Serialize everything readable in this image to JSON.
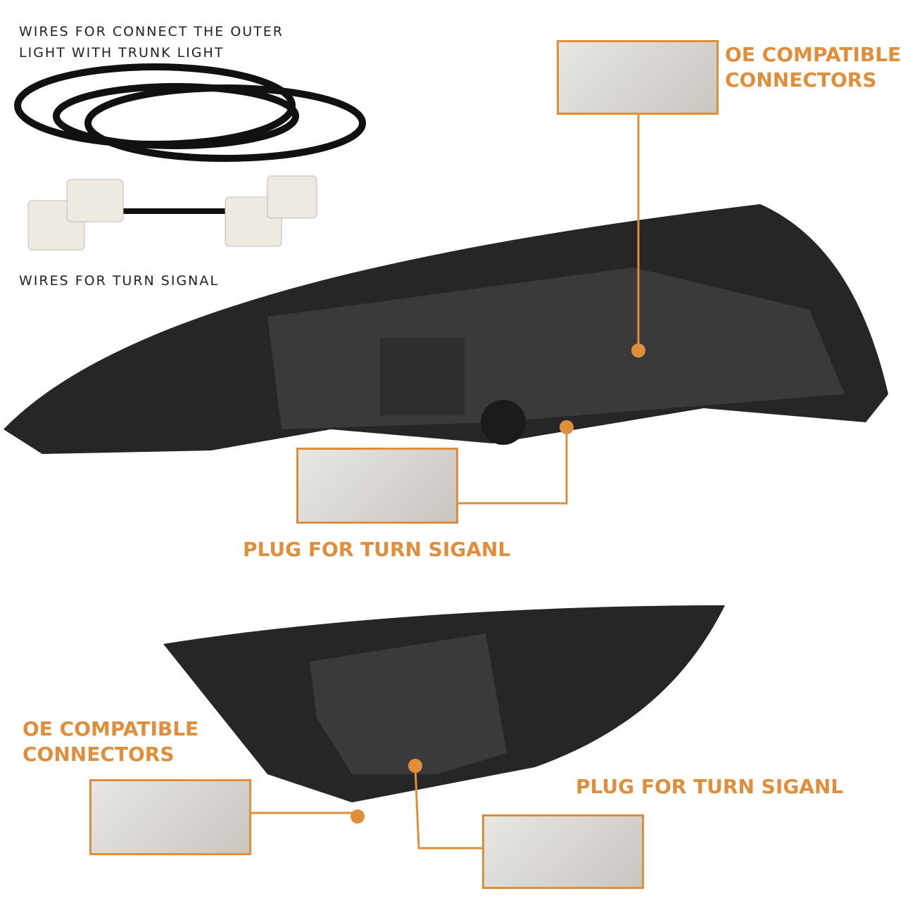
{
  "labels": {
    "outer_wires": "WIRES FOR CONNECT THE OUTER LIGHT WITH TRUNK LIGHT",
    "turn_wires": "WIRES FOR TURN SIGNAL",
    "oe_top": "OE COMPATIBLE CONNECTORS",
    "plug_top": "PLUG FOR TURN SIGANL",
    "oe_bottom": "OE COMPATIBLE CONNECTORS",
    "plug_bottom": "PLUG FOR TURN SIGANL"
  },
  "colors": {
    "accent": "#df8f3c",
    "housing": "#2a2a2c"
  }
}
